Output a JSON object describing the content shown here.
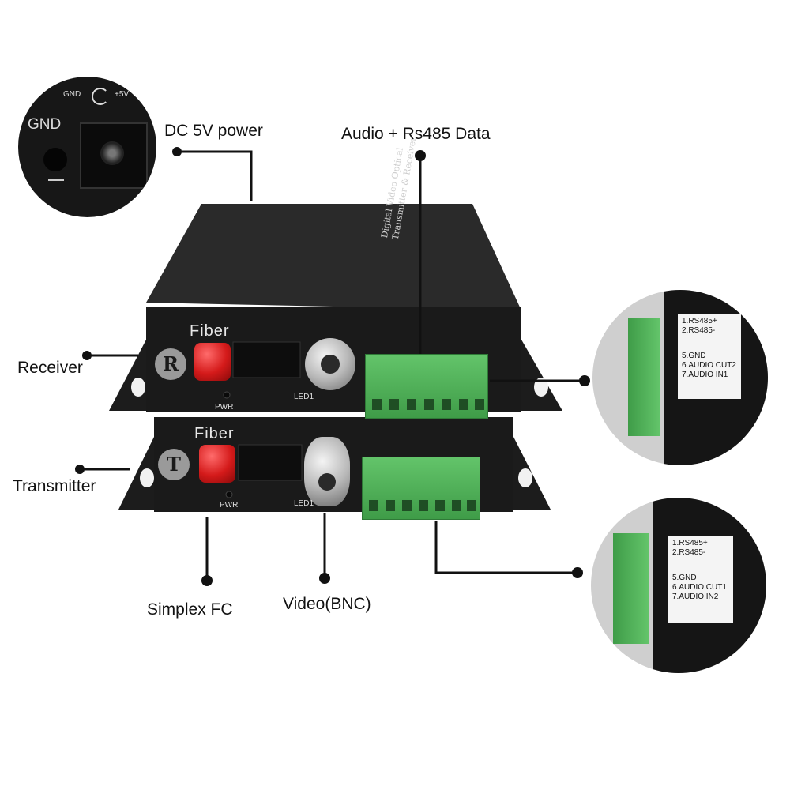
{
  "callouts": {
    "dc_power": "DC 5V power",
    "audio_data": "Audio + Rs485 Data",
    "receiver": "Receiver",
    "transmitter": "Transmitter",
    "simplex_fc": "Simplex FC",
    "video_bnc": "Video(BNC)"
  },
  "power_inset": {
    "gnd_small": "GND",
    "plus5v": "+5V",
    "gnd_large": "GND"
  },
  "receiver_unit": {
    "badge": "R",
    "fiber_label": "Fiber",
    "pwr_label": "PWR",
    "led_label": "LED1"
  },
  "transmitter_unit": {
    "badge": "T",
    "fiber_label": "Fiber",
    "pwr_label": "PWR",
    "led_label": "LED1"
  },
  "top_label": {
    "line1": "Digital Video Optical",
    "line2": "Transmitter & Receiver"
  },
  "receiver_pins": [
    "1.RS485+",
    "2.RS485-",
    "5.GND",
    "6.AUDIO CUT2",
    "7.AUDIO IN1"
  ],
  "transmitter_pins": [
    "1.RS485+",
    "2.RS485-",
    "5.GND",
    "6.AUDIO CUT1",
    "7.AUDIO IN2"
  ],
  "colors": {
    "fiber_cap": "#d41a1a",
    "terminal_green": "#4caf50",
    "device_body": "#1e1e1e"
  }
}
